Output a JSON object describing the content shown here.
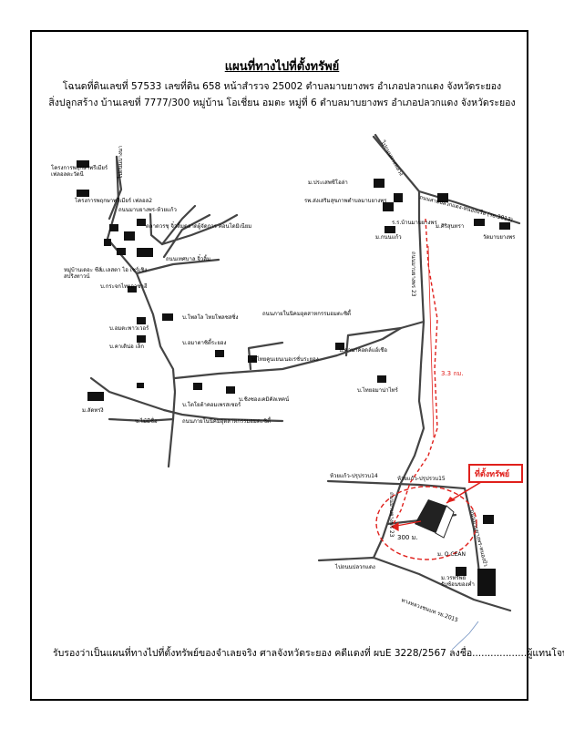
{
  "header": {
    "title": "แผนที่ทางไปที่ตั้งทรัพย์",
    "line1": "โฉนดที่ดินเลขที่ 57533 เลขที่ดิน 658  หน้าสำรวจ 25002  ตำบลมาบยางพร  อำเภอปลวกแดง  จังหวัดระยอง",
    "line2": "สิ่งปลูกสร้าง  บ้านเลขที่ 7777/300  หมู่บ้าน โอเชี่ยน อมตะ  หมู่ที่ 6  ตำบลมาบยางพร  อำเภอปลวกแดง  จังหวัดระยอง"
  },
  "map": {
    "labels": {
      "proj_pruksa_city": "โครงการพฤกษาพรีเมียร์\nเฟลอลตะวัดนี",
      "to_bangna": "ไปถนนบางนา",
      "proj_pruksa_2": "โครงการพฤกษาพรีเมียร์ เฟลอล2",
      "road_mabyangporn_huaikaew": "ถนนมาบยางพร-ห้วยแก้ว",
      "market_wat": "ตลาดวรชุ จิ๋วลิ้มตลาดผู้จัดการ คอนโดมิเนียม",
      "road_to_wat": "ถนนเทศบาล จิ๋วลิ้ม",
      "village_sea": "หมู่บ้านเดอะ ซีส์\nสปริงทาวน์",
      "mb_lestar": "บ.เลสตา ไอ เชร์เชิง",
      "mb_krachok": "บ.กระจกไทยอาซาฮี",
      "mb_polo": "บ.โพลโล ไทยโพลชสซิ่ง",
      "road_amata_industrial_top": "ถนนภายในนิคมอุตสาหกรรมอมตะซิตี้",
      "mb_amata_tower": "บ.อมตะพาวเวอร์",
      "mb_amata_rayong": "บ.อมาตาซิตี้ระยอง",
      "mb_kaonin": "บ.คาเดิน่อ เล็ก",
      "mb_thai_koon": "บ.ไทยคูนเยนเนอเรชั่นระยอง",
      "mb_canat": "บ.คานาคอดล์แอ์เชือ",
      "mb_thai_amanit": "บ.ไทยอมาน่าไทร์",
      "mb_toyota": "บ.โตโยต้าคอมเพรสเซอร์",
      "mb_shin": "บ.ชิงซองเคมิคัลเทคน์",
      "wat_sikhew": "ม.ลัดทรงิ",
      "village_sm": "ซ.ไม้มีชื่อ",
      "road_amata_industrial_bottom": "ถนนภายในนิคมอุตสาหกรรมอมตะซิตี้",
      "to_chonburi": "ไปถนนทางหลวง",
      "road_pluak_daeng": "ถนนสายปลวกแดง-หนองปรือ (รย.3013)",
      "school_nong": "ม.ประเสพชีโอล่า",
      "hospital": "รพ.ส่งเสริมสุขภาพตำบลมาบยางพร",
      "rr_mabyangporn": "ร.ร.บ้านมาบยางพร",
      "m_siriporn": "ม.ศิริสุนทรา",
      "m_kokkaew": "ม.กนนแก้ว",
      "wat_mabyangporn": "วัดมาบยางพร",
      "road_mabyangporn_23": "ถนนมาบยางพร 23",
      "dist_33km": "3.3 กม.",
      "property_label": "ที่ตั้งทรัพย์",
      "road_huaikaew_left": "ห้วยแก้ว-ปรุปรวบ14",
      "road_huaikaew_right": "ห้วยแก้ว-ปรุปรวบ15",
      "road_mabyangporn_23_lower": "ถนนมาบยางพร 23",
      "dist_300m": "300 ม.",
      "m_ocean": "ม. O CEAN",
      "to_pluak_daeng": "ไปถนนปลวกแดง",
      "m_watchatree": "ม.วรทรัพย์\nรับซ้อนของค่ำ",
      "road_highway_2015": "ทางหลวงชนบท รย.2015",
      "road_right_vertical": "ถนนมาบยางพร-หนองบัว"
    }
  },
  "footer": {
    "text": "รับรองว่าเป็นแผนที่ทางไปที่ตั้งทรัพย์ของจำเลยจริง ศาลจังหวัดระยอง คดีแดงที่ ผบE 3228/2567 ลงชื่อ..................ผู้แทนโจทก์"
  },
  "colors": {
    "road": "#444444",
    "route": "#e0201c",
    "ink": "#000000"
  }
}
